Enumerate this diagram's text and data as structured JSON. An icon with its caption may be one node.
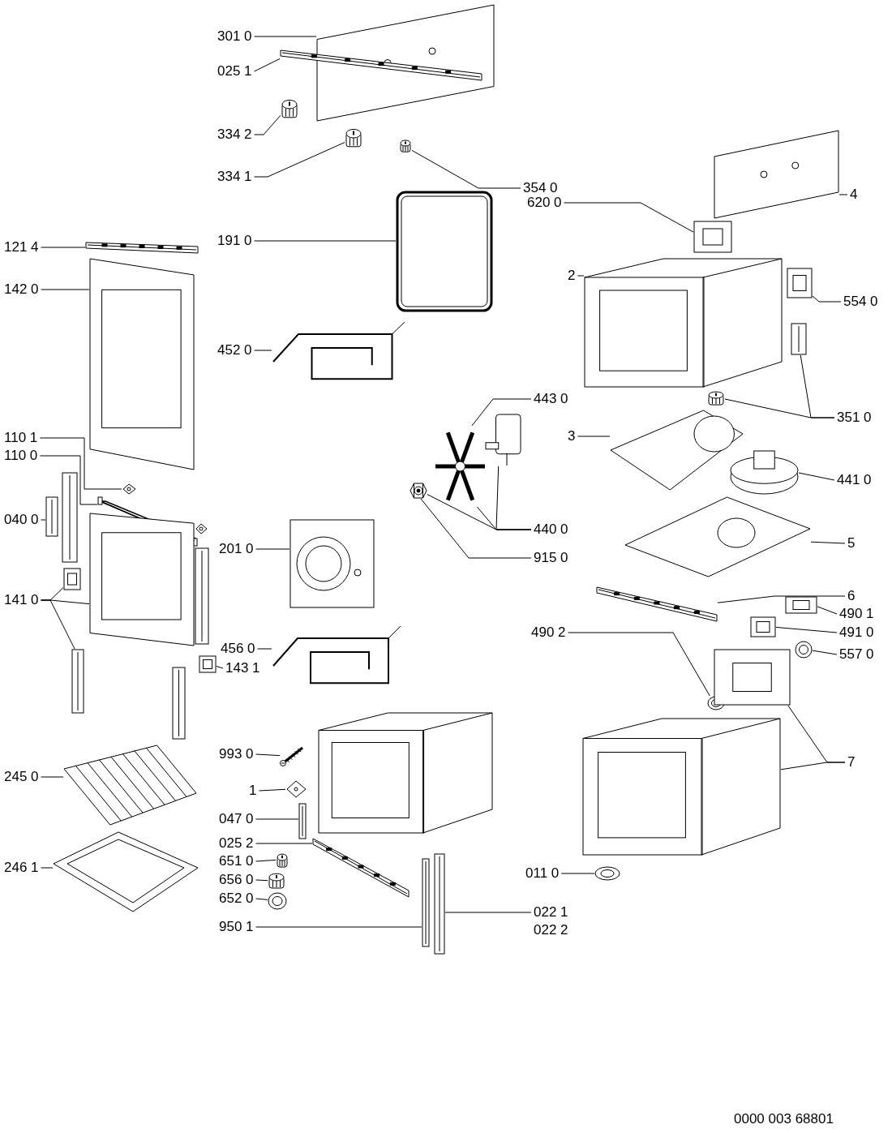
{
  "diagram": {
    "nodes": [
      {
        "text": [
          "301 0"
        ]
      },
      {
        "text": [],
        "shape": "picture"
      },
      {
        "text": [
          "025 1"
        ]
      },
      {
        "text": [],
        "shape": "picture"
      },
      {
        "text": [
          "334 2"
        ]
      },
      {
        "text": [],
        "shape": "picture"
      },
      {
        "text": [
          "334 1"
        ]
      },
      {
        "text": [],
        "shape": "picture"
      },
      {
        "text": [
          "354 0"
        ]
      },
      {
        "text": [],
        "shape": "picture"
      },
      {
        "text": [
          "191 0"
        ]
      },
      {
        "text": [],
        "shape": "picture"
      },
      {
        "text": [
          "452 0"
        ]
      },
      {
        "text": [],
        "shape": "picture"
      },
      {
        "text": [
          "121 4"
        ]
      },
      {
        "text": [],
        "shape": "picture"
      },
      {
        "text": [
          "142 0"
        ]
      },
      {
        "text": [],
        "shape": "picture"
      },
      {
        "text": [
          "110 1"
        ]
      },
      {
        "text": [],
        "shape": "picture"
      },
      {
        "text": [
          "110 0"
        ]
      },
      {
        "text": [],
        "shape": "picture"
      },
      {
        "text": [
          "040 0"
        ]
      },
      {
        "text": [],
        "shape": "picture"
      },
      {
        "text": [
          "141 0"
        ]
      },
      {
        "text": [],
        "shape": "picture"
      },
      {
        "text": [],
        "shape": "picture"
      },
      {
        "text": [],
        "shape": "picture"
      },
      {
        "text": [
          "201 0"
        ]
      },
      {
        "text": [],
        "shape": "picture"
      },
      {
        "text": [
          "456 0"
        ]
      },
      {
        "text": [],
        "shape": "picture"
      },
      {
        "text": [
          "143 1"
        ]
      },
      {
        "text": [],
        "shape": "picture"
      },
      {
        "text": [
          "245 0"
        ]
      },
      {
        "text": [],
        "shape": "picture"
      },
      {
        "text": [
          "246 1"
        ]
      },
      {
        "text": [],
        "shape": "picture"
      },
      {
        "text": [
          "993 0"
        ]
      },
      {
        "text": [],
        "shape": "picture"
      },
      {
        "text": [
          "1"
        ]
      },
      {
        "text": [],
        "shape": "picture"
      },
      {
        "text": [
          "047 0"
        ]
      },
      {
        "text": [],
        "shape": "picture"
      },
      {
        "text": [
          "025 2"
        ]
      },
      {
        "text": [],
        "shape": "picture"
      },
      {
        "text": [
          "651 0"
        ]
      },
      {
        "text": [],
        "shape": "picture"
      },
      {
        "text": [
          "656 0"
        ]
      },
      {
        "text": [],
        "shape": "picture"
      },
      {
        "text": [
          "652 0"
        ]
      },
      {
        "text": [],
        "shape": "picture"
      },
      {
        "text": [
          "950 1"
        ]
      },
      {
        "text": [],
        "shape": "picture"
      },
      {
        "text": [
          "022 1",
          "022 2"
        ]
      },
      {
        "text": [],
        "shape": "picture"
      },
      {
        "text": [
          "620 0"
        ]
      },
      {
        "text": [],
        "shape": "picture"
      },
      {
        "text": [
          "4"
        ]
      },
      {
        "text": [],
        "shape": "picture"
      },
      {
        "text": [
          "554 0"
        ]
      },
      {
        "text": [],
        "shape": "picture"
      },
      {
        "text": [
          "2"
        ]
      },
      {
        "text": [],
        "shape": "picture"
      },
      {
        "text": [
          "351 0"
        ]
      },
      {
        "text": [],
        "shape": "picture"
      },
      {
        "text": [],
        "shape": "picture"
      },
      {
        "text": [
          "443 0"
        ]
      },
      {
        "text": [],
        "shape": "picture"
      },
      {
        "text": [
          "440 0"
        ]
      },
      {
        "text": [],
        "shape": "picture"
      },
      {
        "text": [],
        "shape": "picture"
      },
      {
        "text": [
          "915 0"
        ]
      },
      {
        "text": [
          "3"
        ]
      },
      {
        "text": [],
        "shape": "picture"
      },
      {
        "text": [
          "441 0"
        ]
      },
      {
        "text": [],
        "shape": "picture"
      },
      {
        "text": [
          "5"
        ]
      },
      {
        "text": [],
        "shape": "picture"
      },
      {
        "text": [
          "6"
        ]
      },
      {
        "text": [],
        "shape": "picture"
      },
      {
        "text": [
          "490 1"
        ]
      },
      {
        "text": [],
        "shape": "picture"
      },
      {
        "text": [
          "491 0"
        ]
      },
      {
        "text": [],
        "shape": "picture"
      },
      {
        "text": [
          "557 0"
        ]
      },
      {
        "text": [],
        "shape": "picture"
      },
      {
        "text": [
          "490 2"
        ]
      },
      {
        "text": [],
        "shape": "picture"
      },
      {
        "text": [
          "7"
        ]
      },
      {
        "text": [],
        "shape": "picture"
      },
      {
        "text": [],
        "shape": "picture"
      },
      {
        "text": [
          "011 0"
        ]
      },
      {
        "text": [],
        "shape": "picture"
      }
    ],
    "edges": [
      {
        "from": 0,
        "to": 1,
        "arrow": "none"
      },
      {
        "from": 2,
        "to": 3,
        "arrow": "none"
      },
      {
        "from": 4,
        "to": 5,
        "arrow": "none"
      },
      {
        "from": 6,
        "to": 7,
        "arrow": "none"
      },
      {
        "from": 8,
        "to": 9,
        "arrow": "none"
      },
      {
        "from": 10,
        "to": 11,
        "arrow": "none"
      },
      {
        "from": 12,
        "to": 13,
        "arrow": "none"
      },
      {
        "from": 14,
        "to": 15,
        "arrow": "none"
      },
      {
        "from": 16,
        "to": 17,
        "arrow": "none"
      },
      {
        "from": 18,
        "to": 19,
        "arrow": "none"
      },
      {
        "from": 20,
        "to": 21,
        "arrow": "none"
      },
      {
        "from": 22,
        "to": 23,
        "arrow": "none"
      },
      {
        "from": 24,
        "to": 25,
        "arrow": "none"
      },
      {
        "from": 24,
        "to": 26,
        "arrow": "none"
      },
      {
        "from": 24,
        "to": 27,
        "arrow": "none"
      },
      {
        "from": 28,
        "to": 29,
        "arrow": "none"
      },
      {
        "from": 30,
        "to": 31,
        "arrow": "none"
      },
      {
        "from": 32,
        "to": 33,
        "arrow": "none"
      },
      {
        "from": 34,
        "to": 35,
        "arrow": "none"
      },
      {
        "from": 36,
        "to": 37,
        "arrow": "none"
      },
      {
        "from": 38,
        "to": 39,
        "arrow": "none"
      },
      {
        "from": 40,
        "to": 41,
        "arrow": "none"
      },
      {
        "from": 42,
        "to": 43,
        "arrow": "none"
      },
      {
        "from": 44,
        "to": 45,
        "arrow": "none"
      },
      {
        "from": 46,
        "to": 47,
        "arrow": "none"
      },
      {
        "from": 48,
        "to": 49,
        "arrow": "none"
      },
      {
        "from": 50,
        "to": 51,
        "arrow": "none"
      },
      {
        "from": 52,
        "to": 53,
        "arrow": "none"
      },
      {
        "from": 54,
        "to": 55,
        "arrow": "none"
      },
      {
        "from": 56,
        "to": 57,
        "arrow": "none"
      },
      {
        "from": 58,
        "to": 59,
        "arrow": "none"
      },
      {
        "from": 60,
        "to": 61,
        "arrow": "none"
      },
      {
        "from": 62,
        "to": 63,
        "arrow": "none"
      },
      {
        "from": 64,
        "to": 65,
        "arrow": "none"
      },
      {
        "from": 64,
        "to": 66,
        "arrow": "none"
      },
      {
        "from": 67,
        "to": 68,
        "arrow": "none"
      },
      {
        "from": 69,
        "to": 70,
        "arrow": "none"
      },
      {
        "from": 69,
        "to": 68,
        "arrow": "none"
      },
      {
        "from": 69,
        "to": 71,
        "arrow": "none"
      },
      {
        "from": 72,
        "to": 71,
        "arrow": "none"
      },
      {
        "from": 73,
        "to": 74,
        "arrow": "none"
      },
      {
        "from": 75,
        "to": 76,
        "arrow": "none"
      },
      {
        "from": 77,
        "to": 78,
        "arrow": "none"
      },
      {
        "from": 79,
        "to": 80,
        "arrow": "none"
      },
      {
        "from": 81,
        "to": 82,
        "arrow": "none"
      },
      {
        "from": 83,
        "to": 84,
        "arrow": "none"
      },
      {
        "from": 85,
        "to": 86,
        "arrow": "none"
      },
      {
        "from": 87,
        "to": 88,
        "arrow": "none"
      },
      {
        "from": 89,
        "to": 90,
        "arrow": "none"
      },
      {
        "from": 89,
        "to": 91,
        "arrow": "none"
      },
      {
        "from": 92,
        "to": 93,
        "arrow": "none"
      }
    ],
    "labels": [
      "0000 003 68801"
    ]
  }
}
